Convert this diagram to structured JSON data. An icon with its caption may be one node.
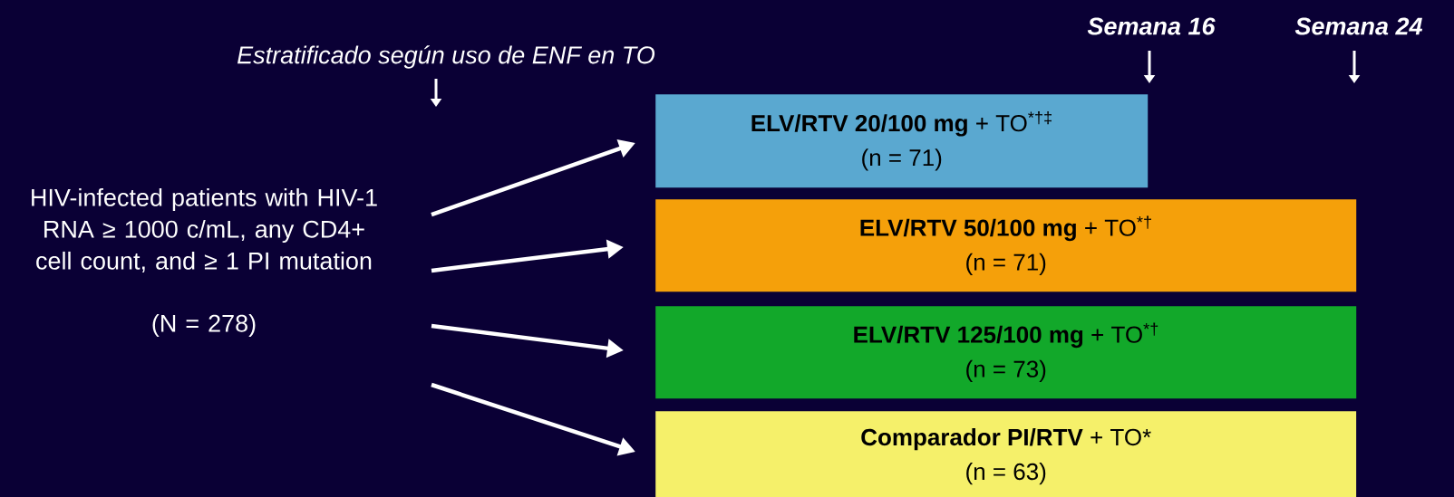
{
  "diagram": {
    "nodes": [
      {
        "text": [
          "HIV-infected patients with HIV-1 RNA ≥ 1000 c/mL, any CD4+ cell count, and ≥ 1 PI mutation",
          "(N = 278)"
        ]
      },
      {
        "text": [
          "**ELV/RTV 20/100 mg** + TO$^{*†‡}$",
          "(n = 71)"
        ]
      },
      {
        "text": [
          "**ELV/RTV 50/100 mg** + TO$^{*†}$",
          "(n = 71)"
        ]
      },
      {
        "text": [
          "**ELV/RTV 125/100 mg** + TO$^{*†}$",
          "(n = 73)"
        ]
      },
      {
        "text": [
          "**Comparador PI/RTV** + TO*",
          "(n = 63)"
        ]
      }
    ],
    "edges": [
      {
        "from": 0,
        "to": 1,
        "arrow": "to"
      },
      {
        "from": 0,
        "to": 2,
        "arrow": "to"
      },
      {
        "from": 0,
        "to": 3,
        "arrow": "to"
      },
      {
        "from": 0,
        "to": 4,
        "arrow": "to"
      }
    ],
    "labels": [
      "Estratificado según uso de ENF en TO",
      "Semana 16",
      "Semana 24"
    ]
  }
}
